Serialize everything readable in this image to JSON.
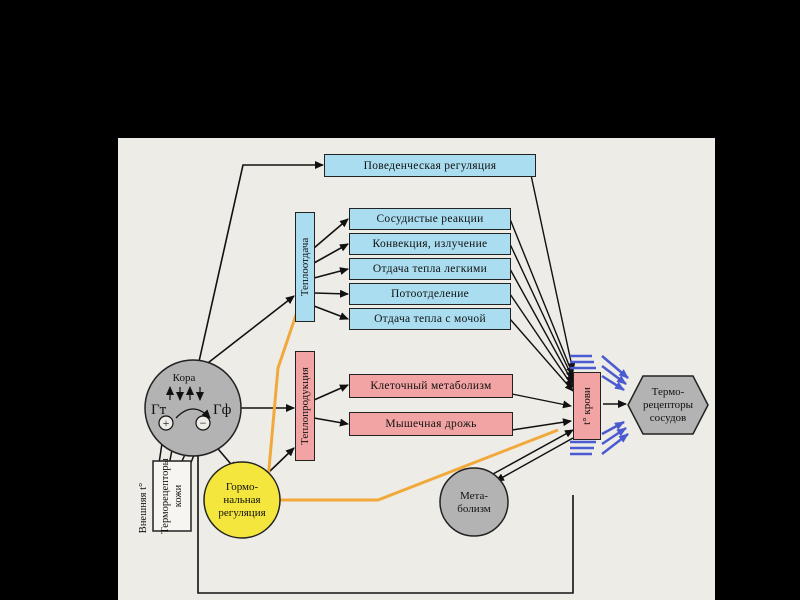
{
  "diagram": {
    "behavioral": "Поведенческая регуляция",
    "heat_loss": "Теплоотдача",
    "heat_loss_items": [
      "Сосудистые реакции",
      "Конвекция, излучение",
      "Отдача тепла легкими",
      "Потоотделение",
      "Отдача тепла с мочой"
    ],
    "heat_production": "Теплопродукция",
    "heat_production_items": [
      "Клеточный метаболизм",
      "Мышечная дрожь"
    ],
    "blood_temp": "t° крови",
    "vessel_receptors": [
      "Термо-",
      "рецепторы",
      "сосудов"
    ],
    "cortex": "Кора",
    "gt": "Гт",
    "gf": "Гф",
    "plus": "+",
    "minus": "−",
    "hormonal": [
      "Гормо-",
      "нальная",
      "регуляция"
    ],
    "metabolism": [
      "Мета-",
      "болизм"
    ],
    "external_temp": "Внешняя t°",
    "skin_receptors": [
      "Терморецепторы",
      "кожи"
    ]
  },
  "colors": {
    "blue_box": "#a9ddef",
    "red_box": "#f2a3a3",
    "hormonal_circle": "#f4e63c",
    "gray_circle": "#b3b3b3",
    "blue_arrows": "#4a5bd1",
    "orange_line": "#f2a93b"
  }
}
